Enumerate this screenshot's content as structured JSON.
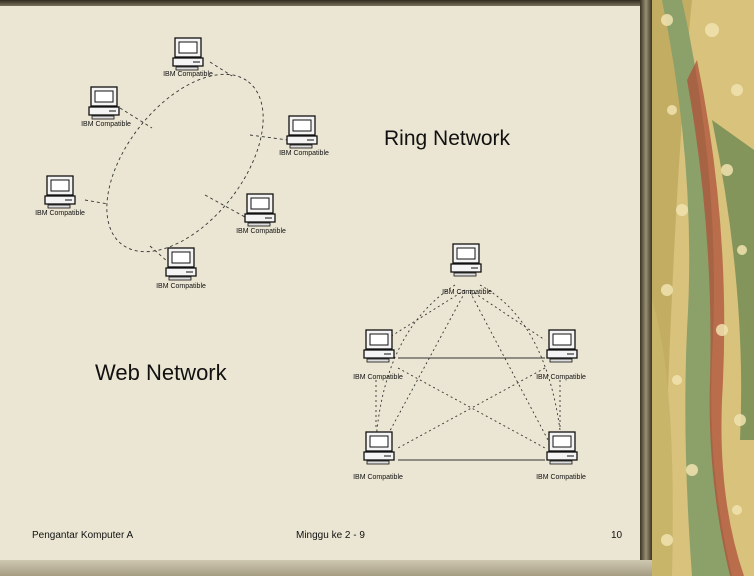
{
  "slide": {
    "ring_title": "Ring Network",
    "web_title": "Web Network",
    "footer_left": "Pengantar Komputer A",
    "footer_center": "Minggu ke 2 - 9",
    "page_number": "10"
  },
  "ring_labels": [
    "IBM Compatible",
    "IBM Compatible",
    "IBM Compatible",
    "IBM Compatible",
    "IBM Compatible",
    "IBM Compatible"
  ],
  "web_labels": [
    "IBM Compatible",
    "IBM Compatible",
    "IBM Compatible",
    "IBM Compatible",
    "IBM Compatible"
  ],
  "icons": {
    "computer": "desktop-computer-icon",
    "decor": "floral-pattern"
  },
  "colors": {
    "background": "#ebe6d3",
    "line": "#333333",
    "decor_gold": "#c9b56a",
    "decor_green": "#6e8a52",
    "decor_red": "#b0503a"
  }
}
